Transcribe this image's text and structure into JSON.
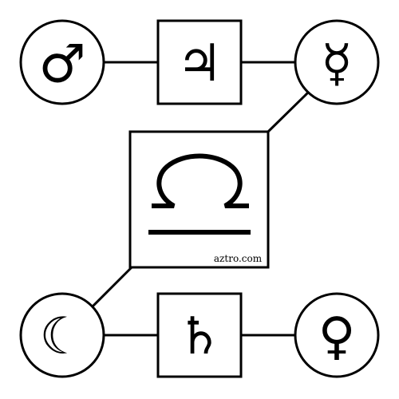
{
  "center": {
    "sign": "libra",
    "icon": "libra-icon"
  },
  "top_row": [
    {
      "planet": "mars",
      "glyph": "♂",
      "icon": "mars-icon",
      "shape": "circle"
    },
    {
      "planet": "jupiter",
      "glyph": "♃",
      "icon": "jupiter-icon",
      "shape": "square"
    },
    {
      "planet": "mercury",
      "glyph": "☿",
      "icon": "mercury-icon",
      "shape": "circle"
    }
  ],
  "bottom_row": [
    {
      "planet": "moon",
      "glyph": "☾",
      "icon": "moon-icon",
      "shape": "circle"
    },
    {
      "planet": "saturn",
      "glyph": "♄",
      "icon": "saturn-icon",
      "shape": "square"
    },
    {
      "planet": "venus",
      "glyph": "♀",
      "icon": "venus-icon",
      "shape": "circle"
    }
  ],
  "watermark": "aztro.com",
  "colors": {
    "line": "#000000",
    "background": "#ffffff"
  }
}
